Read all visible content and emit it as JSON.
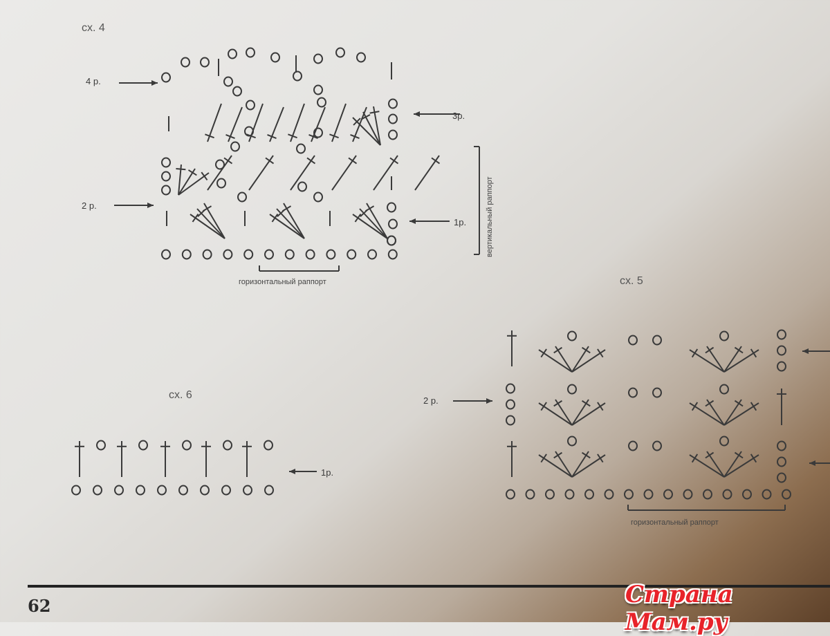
{
  "page_number": "62",
  "watermark": "Страна Мам.ру",
  "scheme4": {
    "title": "сх. 4",
    "row4": "4 р.",
    "row3": "3р.",
    "row2": "2 р.",
    "row1": "1р.",
    "vertical_repeat": "вертикальный раппорт",
    "horizontal_repeat": "горизонтальный раппорт"
  },
  "scheme5": {
    "title": "сх. 5",
    "row2": "2 р.",
    "horizontal_repeat": "горизонтальный раппорт"
  },
  "scheme6": {
    "title": "сх. 6",
    "row1": "1р."
  },
  "colors": {
    "ink": "#3a3a3a",
    "watermark": "#e8232a"
  }
}
